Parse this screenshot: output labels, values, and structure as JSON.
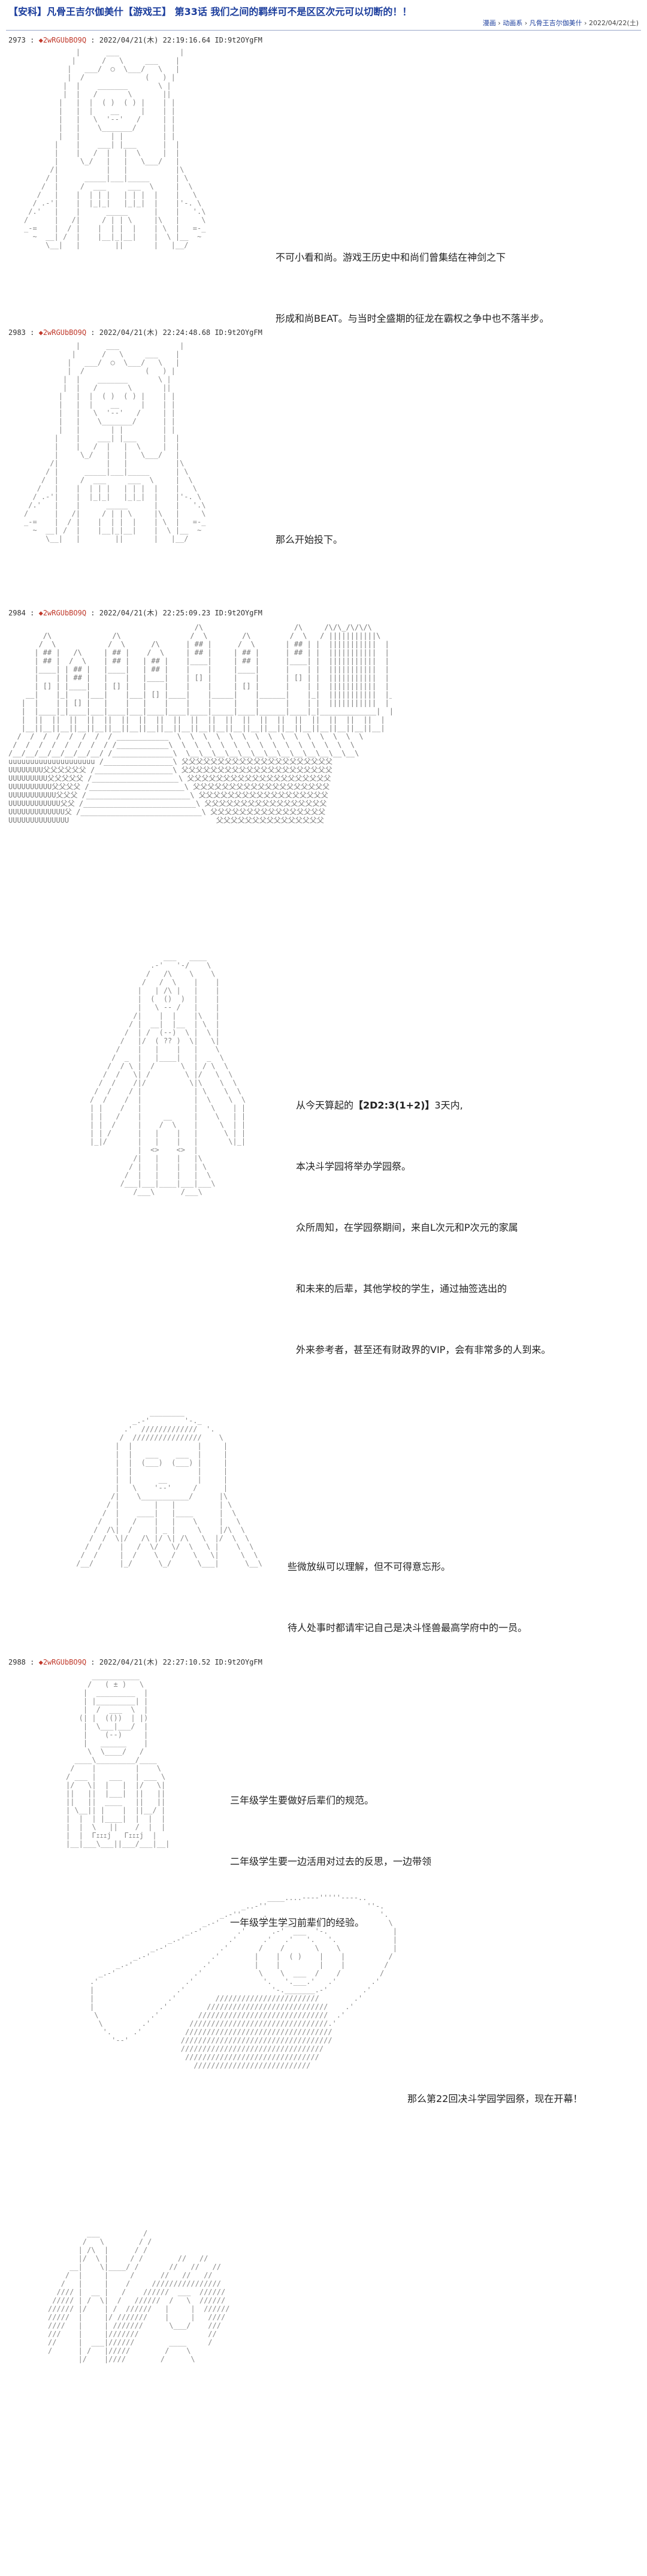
{
  "header": {
    "title": "【安科】凡骨王吉尔伽美什【游戏王】 第33话 我们之间的羁绊可不是区区次元可以切断的！！",
    "breadcrumb": {
      "cat1": "漫画",
      "cat2": "动画系",
      "series": "凡骨王吉尔伽美什",
      "date": "2022/04/22(土)",
      "sep": " › "
    }
  },
  "posts": [
    {
      "num": "2973",
      "name": "◆2wRGUbBO9Q",
      "date": "2022/04/21(木) 22:19:16.64 ID:9t2OYgFM"
    },
    {
      "num": "2983",
      "name": "◆2wRGUbBO9Q",
      "date": "2022/04/21(木) 22:24:48.68 ID:9t2OYgFM"
    },
    {
      "num": "2984",
      "name": "◆2wRGUbBO9Q",
      "date": "2022/04/21(木) 22:25:09.23 ID:9t2OYgFM"
    },
    {
      "num": "2988",
      "name": "◆2wRGUbBO9Q",
      "date": "2022/04/21(木) 22:27:10.52 ID:9t2OYgFM"
    }
  ],
  "post_sep": " : ",
  "dialogue": {
    "d1": [
      "不可小看和尚。游戏王历史中和尚们曾集结在神剑之下",
      "形成和尚BEAT。与当时全盛期的征龙在霸权之争中也不落半步。"
    ],
    "d2": "那么开始投下。",
    "d3_line1_pre": "从今天算起的",
    "d3_line1_hl": "【2D2:3(1+2)】",
    "d3_line1_post": "3天内,",
    "d3_rest": [
      "本决斗学园将举办学园祭。",
      "众所周知，在学园祭期间，来自L次元和P次元的家属",
      "和未来的后辈，其他学校的学生，通过抽签选出的",
      "外来参考者，甚至还有财政界的VIP，会有非常多的人到来。"
    ],
    "d4": [
      "些微放纵可以理解，但不可得意忘形。",
      "待人处事时都请牢记自己是决斗怪兽最高学府中的一员。"
    ],
    "d5": [
      "三年级学生要做好后辈们的规范。",
      "二年级学生要一边活用对过去的反思，一边带领",
      "一年级学生学习前辈们的经验。"
    ],
    "d6": "那么第22回决斗学园学园祭，现在开幕！"
  },
  "art": {
    "a1": "            |      ___              |\n           |      /   \\     ___    |\n          |   ___/  ○  \\___/   \\   |\n          |  /              (   ) |\n         |  |    _______       \\ |\n         |  |   /       \\       ||\n        |   |  |  ( )  ( ) |    | |\n        |   |  |    __     |    | |\n        |   |   \\  '--'   /     | |\n        |   |    \\_______/      | |\n        |   |       | |         | |\n       |    |    ___| |___      |  |\n       |    |   /  |   |  \\     |  |\n       |     \\_/   |   |   \\___/   |\n      /|           |   |           |\\\n     / |      _____|___|_____      | \\\n    /  |     /  ___     ___  \\     |  \\\n   /   |    |  | | |   | | |  |    |   \\\n  / .-'|    |  |_|_|   |_|_|  |    |'-. \\\n /.'   |    |      _____      |    |   '.\\\n/      |   /|     / | | \\     |\\   |     \\\n_-=    |  / |    |  | |  |    | \\  |   =-_\n  ~  __| /  |    |__|_|__|    |  \\ |__  ~\n     \\__|   |        ||       |   |__/\n",
    "a2": "            |      ___              |\n           |      /   \\     ___    |\n          |   ___/  ○  \\___/   \\   |\n          |  /              (   ) |\n         |  |    _______       \\ |\n         |  |   /       \\       ||\n        |   |  |  ( )  ( ) |    | |\n        |   |  |    __     |    | |\n        |   |   \\  '--'   /     | |\n        |   |    \\_______/      | |\n        |   |       | |         | |\n       |    |    ___| |___      |  |\n       |    |   /  |   |  \\     |  |\n       |     \\_/   |   |   \\___/   |\n      /|           |   |           |\\\n     / |      _____|___|_____      | \\\n    /  |     /  ___     ___  \\     |  \\\n   /   |    |  | | |   | | |  |    |   \\\n  / .-'|    |  |_|_|   |_|_|  |    |'-. \\\n /.'   |    |      _____      |    |   '.\\\n/      |   /|     / | | \\     |\\   |     \\\n_-=    |  / |    |  | |  |    | \\  |   =-_\n  ~  __| /  |    |__|_|__|    |  \\ |__  ~\n     \\__|   |        ||       |   |__/\n",
    "a3": "                                           /\\                     /\\     /\\/\\_/\\/\\/\\\n        /\\              /\\                /  \\        /\\         /  \\   / |||||||||||\\\n       /  \\            /  \\      /\\      | ## |      /  \\       | ## | |  |||||||||||  |\n      | ## |   /\\     | ## |    /  \\     | ## |     | ## |      | ## | |  |||||||||||  |\n      | ## |  /  \\    | ## |   | ## |    |____|     | ## |      |____| |  |||||||||||  |\n      |____| | ## |   |____|   | ## |    |    |     |____|      |    | |  |||||||||||  |\n      |    | | ## |   |    |   |____|    | [] |     |    |      | [] | |  |||||||||||  |\n      | [] | |____|   | [] |   |    |    |    |     | [] |      |    | |  |||||||||||  |\n    __|    |_|    |___|    |___| [] |____|    |_____|    |______|    |_|  |||||||||||  |__\n   |  |    | | [] |   |    |   |    |    |    |     |    |      |    | |  |||||||||||  |  |\n   |  |____|_|____|___|____|___|____|____|____|_____|____|______|____|_|_____________|  |\n   |  ||  ||  ||  ||  ||  ||  ||  ||  ||  ||  ||  ||  ||  ||  ||  ||  ||  ||  ||  ||  |\n   |__||__||__||__||__||__||__||__||__||__||__||__||__||__||__||__||__||__||__||__||__|\n  /  /  /  /  /  /  /  / ____________  \\  \\  \\  \\  \\  \\  \\  \\  \\  \\  \\  \\  \\  \\  \\\n /  /  /  /  /  /  /  / /____________\\  \\  \\  \\  \\  \\  \\  \\  \\  \\  \\  \\  \\  \\  \\\n/__/__/__/__/__/__/__/ /______________\\  \\__\\__\\__\\__\\__\\__\\__\\__\\__\\__\\__\\__\\__\\\nuuuuuuuuuuuuuuuuuuuu /________________\\ 父父父父父父父父父父父父父父父父父父父父父\nUUUUUUUU父父父父父父 /__________________\\ 父父父父父父父父父父父父父父父父父父父父父\nUUUUUUUUU父父父父父 /____________________\\ 父父父父父父父父父父父父父父父父父父父父\nUUUUUUUUUU父父父父 /______________________\\ 父父父父父父父父父父父父父父父父父父父\nUUUUUUUUUUU父父父 /________________________\\ 父父父父父父父父父父父父父父父父父父\nUUUUUUUUUUUU父父 /__________________________\\ 父父父父父父父父父父父父父父父父父\nUUUUUUUUUUUUU父 /____________________________\\ 父父父父父父父父父父父父父父父父\nUUUUUUUUUUUUUU                                  父父父父父父父父父父父父父父父\n",
    "a4": "                 ___   ____\n              .-'   '-/    \\\n             /   /\\    \\    \\\n            /   /  \\    |    |\n           |   | /\\ |   |    |\n           |  (  ()  )  |    |\n           |   \\ -- /   |    |\n          /|    |  |    |\\   |\n         / |  __|  |__  | \\  |\n        /  | /  (--)  \\ |  \\ |\n       /   |/  ( ?? )  \\|   \\|\n      /    |   |    |   |    \\\n     /  _  |   |____|   |  _  \\\n    /  / \\ |  /      \\  | / \\  \\\n   /  /   \\| /        \\ |/   \\  \\\n  /  /    /|/          \\|\\    \\  \\\n /  /    / |            | \\    \\  \\\n/  /    /  |            |  \\    \\  \\\n| |    /   |            |   \\    | |\n| |   /    |     __     |    \\   | |\n| |  /     |    /  \\    |     \\  | |\n| | /      |   |    |   |      \\ | |\n|_|/       |   |    |   |       \\|_|\n           |  <>    <>  |\n          /|   |    |   |\\\n         / |   |    |   | \\\n        /  |   |    |   |  \\\n       /___|___|____|___|___\\\n          /___\\      /___\\\n",
    "a5": "                  ________\n              _.-'        '-._\n            .'  /////////////  '.\n           /  ////////////////    \\\n          |  |               |     |\n          |  |   ___    ___  |     |\n          |  |  (___)  (___) |     |\n          |  |               |     |\n          |  |      __       |     |\n          |   \\    '--'     /      |\n         /|    \\___________/      |\\\n        / |        |   |          | \\\n       /  |    ____|   |____      |  \\\n      /   |   /    |   |    \\     |   \\\n     /  /\\|  /     | _ |     \\    |/\\  \\\n    /  /  \\|/   /\\ |/ \\| /\\   \\  |/  \\  \\\n   /  /    |   /  \\/   \\/  \\   \\ |    \\  \\\n  /  /     |  /    \\   /    \\   \\|     \\  \\\n /__/      |_/      \\_/      \\___|      \\__\\\n",
    "a6": "      ___________\n     /   ( ± )   \\\n    |  _________  |\n    | |_________| |\n    |  /  ___  \\  |\n   (| |  (())  | |)\n    |  \\___|___/  |\n    |    (--)     |\n    |   ______    |\n     \\  \\____/   /\n  ____\\_________/____\n /    |         |    \\\n/ ___ |   ___   | ___ \\\n|/   \\|  |   |  |/   \\|\n||   ||  |___|  ||   ||\n||   ||  ____   ||   ||\n| \\__|| |    |  ||__/ |\n|  |  | |____|  |  |  |\n|  |  \\   ||    /  |  |\n|  |  Γｪｪｪj   Γｪｪｪj  |\n|__|___\\___||___/___|__|\n",
    "a7": "                                         ____....----'''''----..\n                                   _..-''                       ''-.\n                              _.-''     .                          '.\n                          _.-'       .'      _______                 \\\n                      _.-'        .'      .-'  ___  '-.               |\n                  _.-'          .'      .'   .'   '.   '.             |\n              _.-'            .'       /    /       \\    \\            |\n          _.-'              .'        |    |  ( )    |    |          /\n      _.-'                .'          |    |         |    |         /\n  _.-'                  .'             \\    \\  ___  /    /         /\n.'                    .'                '.   '.___.'   .'        .'\n|                   .'                    '-._______.-'        .'\n|                 .'         ////////////////////////        .'\n|               .'         ////////////////////////////    .'\n \\            .'         //////////////////////////////  .'\n  \\         .'         ////////////////////////////////.'\n   '.     .'          //////////////////////////////////\n     '--'            ///////////////////////////////////\n                     /////////////////////////////////\n                      ///////////////////////////////\n                        ///////////////////////////\n",
    "a8": "         ___          /\n        /   \\        / /\n       | /\\  |      / /\n       |/  \\ |     / /        //   //\n     __|    \\|____/ /       //   //   //\n    /  |     |     /      //   //   //\n   /   |     |    /     ////////////////\n  //// |  __ |   /    //////  ___  //////\n ///// | /  \\|  /   //////  /   \\  //////\n////// |/    | /  //////   |     |  //////\n/////  |     |/ ///////    |     |   ////\n////   |     | ///////      \\___/    ///\n///    |     |///////                //\n//     |  ___|//////        ____     /\n/      | /   |/////        /    \\\n       |/    |////        /      \\\n"
  }
}
